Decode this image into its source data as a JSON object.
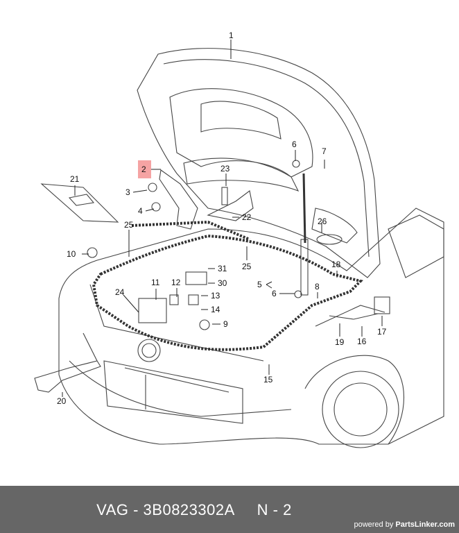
{
  "labels": {
    "l1": "1",
    "l2": "2",
    "l3": "3",
    "l4": "4",
    "l5": "5",
    "l6": "6",
    "l6b": "6",
    "l7": "7",
    "l8": "8",
    "l9": "9",
    "l10": "10",
    "l11": "11",
    "l12": "12",
    "l13": "13",
    "l14": "14",
    "l15": "15",
    "l16": "16",
    "l17": "17",
    "l18": "18",
    "l19": "19",
    "l20": "20",
    "l21": "21",
    "l22": "22",
    "l23": "23",
    "l24": "24",
    "l25a": "25",
    "l25b": "25",
    "l26": "26",
    "l30": "30",
    "l31": "31"
  },
  "highlight": {
    "label": "2",
    "color": "#f5a3a3"
  },
  "footer": {
    "title": "VAG - 3B0823302A     N - 2",
    "powered": "powered by ",
    "brand": "PartsLinker.com",
    "background": "#666666"
  }
}
